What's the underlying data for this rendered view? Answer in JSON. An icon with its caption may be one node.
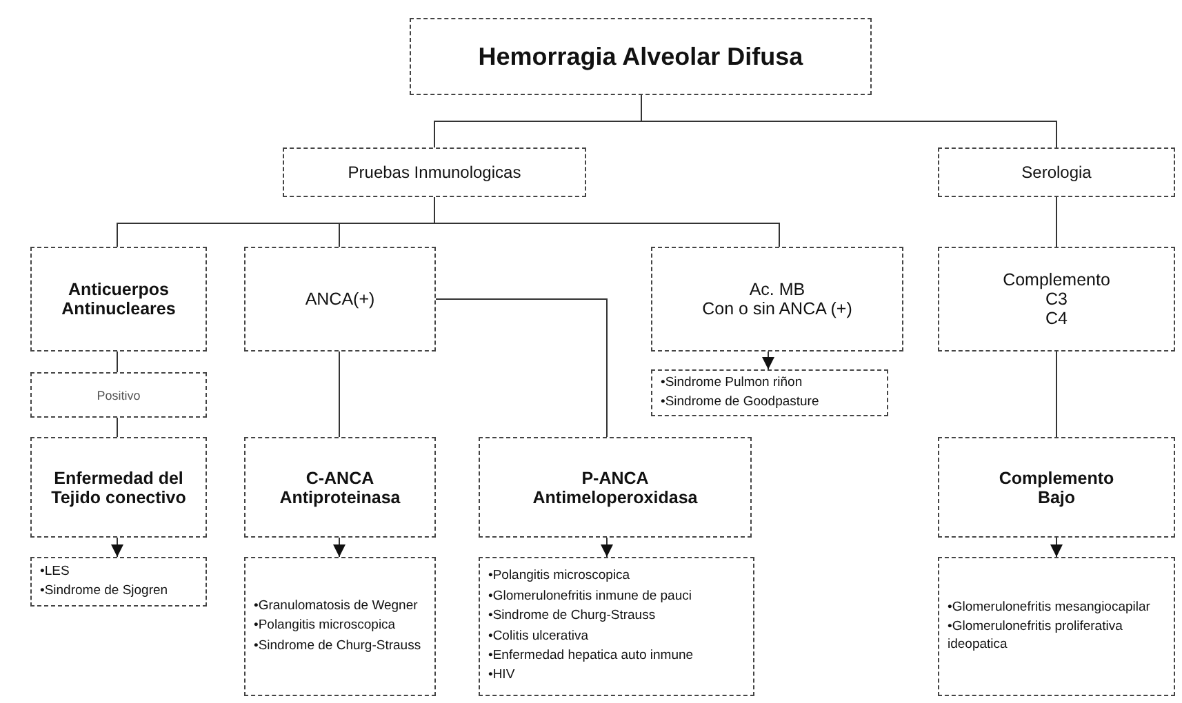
{
  "diagram": {
    "nodes": [
      {
        "text": [
          "Hemorragia Alveolar Difusa"
        ]
      },
      {
        "text": [
          "Pruebas Inmunologicas"
        ]
      },
      {
        "text": [
          "Serologia"
        ]
      },
      {
        "text": [
          "Anticuerpos Antinucleares"
        ]
      },
      {
        "text": [
          "ANCA(+)"
        ]
      },
      {
        "text": [
          "Ac. MB",
          "Con o sin ANCA (+)"
        ]
      },
      {
        "text": [
          "Complemento",
          "C3",
          "C4"
        ]
      },
      {
        "text": [
          "Positivo"
        ]
      },
      {
        "text": [
          "•Sindrome Pulmon riñon",
          "•Sindrome de Goodpasture"
        ]
      },
      {
        "text": [
          "Enfermedad del Tejido conectivo"
        ]
      },
      {
        "text": [
          "C-ANCA",
          "Antiproteinasa"
        ]
      },
      {
        "text": [
          "P-ANCA",
          "Antimeloperoxidasa"
        ]
      },
      {
        "text": [
          "Complemento",
          "Bajo"
        ]
      },
      {
        "text": [
          "•LES",
          "•Sindrome de Sjogren"
        ]
      },
      {
        "text": [
          "•Granulomatosis de Wegner",
          "•Polangitis microscopica",
          "•Sindrome de Churg-Strauss"
        ]
      },
      {
        "text": [
          "•Polangitis microscopica",
          "•Glomerulonefritis inmune de pauci",
          "•Sindrome de Churg-Strauss",
          "•Colitis ulcerativa",
          "•Enfermedad hepatica auto inmune",
          "•HIV"
        ]
      },
      {
        "text": [
          "•Glomerulonefritis mesangiocapilar",
          "•Glomerulonefritis proliferativa ideopatica"
        ]
      }
    ],
    "edges": [
      {
        "from": 0,
        "to": 1,
        "arrow": "none"
      },
      {
        "from": 0,
        "to": 2,
        "arrow": "none"
      },
      {
        "from": 1,
        "to": 3,
        "arrow": "none"
      },
      {
        "from": 1,
        "to": 4,
        "arrow": "none"
      },
      {
        "from": 1,
        "to": 5,
        "arrow": "none"
      },
      {
        "from": 2,
        "to": 6,
        "arrow": "none"
      },
      {
        "from": 3,
        "to": 7,
        "arrow": "none"
      },
      {
        "from": 5,
        "to": 8,
        "arrow": "to"
      },
      {
        "from": 7,
        "to": 9,
        "arrow": "none"
      },
      {
        "from": 4,
        "to": 10,
        "arrow": "none"
      },
      {
        "from": 4,
        "to": 11,
        "arrow": "none"
      },
      {
        "from": 6,
        "to": 12,
        "arrow": "none"
      },
      {
        "from": 9,
        "to": 13,
        "arrow": "to"
      },
      {
        "from": 10,
        "to": 14,
        "arrow": "to"
      },
      {
        "from": 11,
        "to": 15,
        "arrow": "to"
      },
      {
        "from": 12,
        "to": 16,
        "arrow": "to"
      }
    ]
  }
}
